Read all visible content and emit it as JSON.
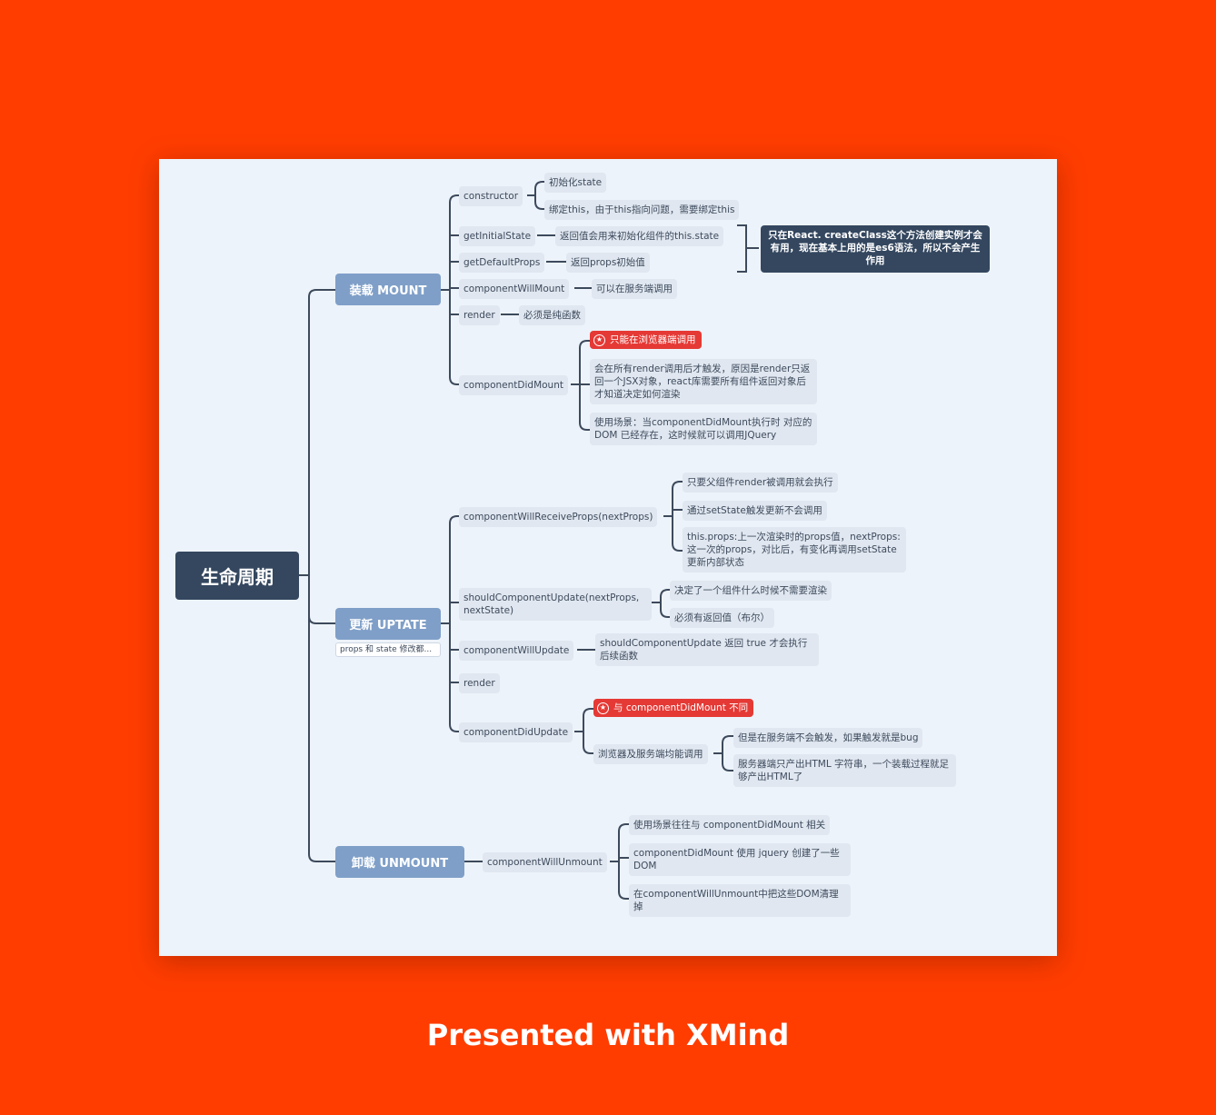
{
  "root": "生命周期",
  "mount": {
    "title": "装载 MOUNT",
    "constructor": {
      "label": "constructor",
      "children": [
        "初始化state",
        "绑定this，由于this指向问题，需要绑定this"
      ]
    },
    "getInitialState": {
      "label": "getInitialState",
      "child": "返回值会用来初始化组件的this.state"
    },
    "getDefaultProps": {
      "label": "getDefaultProps",
      "child": "返回props初始值"
    },
    "callout": "只在React. createClass这个方法创建实例才会有用，现在基本上用的是es6语法，所以不会产生作用",
    "componentWillMount": {
      "label": "componentWillMount",
      "child": "可以在服务端调用"
    },
    "render": {
      "label": "render",
      "child": "必须是纯函数"
    },
    "componentDidMount": {
      "label": "componentDidMount",
      "tag": "只能在浏览器端调用",
      "children": [
        "会在所有render调用后才触发，原因是render只返回一个JSX对象，react库需要所有组件返回对象后才知道决定如何渲染",
        "使用场景：当componentDidMount执行时 对应的 DOM 已经存在，这时候就可以调用JQuery"
      ]
    }
  },
  "update": {
    "title": "更新 UPTATE",
    "note": "props 和 state 修改都...",
    "componentWillReceiveProps": {
      "label": "componentWillReceiveProps(nextProps)",
      "children": [
        "只要父组件render被调用就会执行",
        "通过setState触发更新不会调用",
        "this.props:上一次渲染时的props值，nextProps: 这一次的props，对比后，有变化再调用setState更新内部状态"
      ]
    },
    "shouldComponentUpdate": {
      "label": "shouldComponentUpdate(nextProps, nextState)",
      "children": [
        "决定了一个组件什么时候不需要渲染",
        "必须有返回值（布尔）"
      ]
    },
    "componentWillUpdate": {
      "label": "componentWillUpdate",
      "child": "shouldComponentUpdate 返回 true 才会执行后续函数"
    },
    "render": {
      "label": "render"
    },
    "componentDidUpdate": {
      "label": "componentDidUpdate",
      "tag": "与 componentDidMount 不同",
      "child": "浏览器及服务端均能调用",
      "grandchildren": [
        "但是在服务端不会触发，如果触发就是bug",
        "服务器端只产出HTML 字符串，一个装载过程就足够产出HTML了"
      ]
    }
  },
  "unmount": {
    "title": "卸载 UNMOUNT",
    "componentWillUnmount": {
      "label": "componentWillUnmount",
      "children": [
        "使用场景往往与 componentDidMount 相关",
        "componentDidMount 使用 jquery 创建了一些DOM",
        "在componentWillUnmount中把这些DOM清理掉"
      ]
    }
  },
  "footer": "Presented with XMind"
}
